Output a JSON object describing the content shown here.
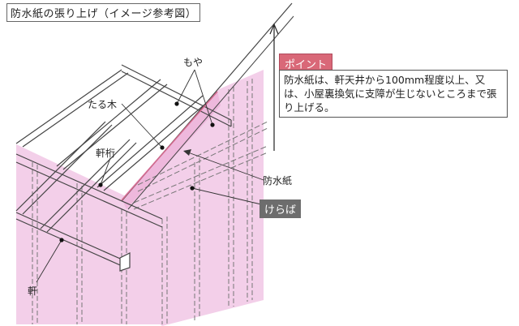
{
  "title": "防水紙の張り上げ（イメージ参考図）",
  "labels": {
    "moya": "もや",
    "taruki": "たる木",
    "nokigeta": "軒桁",
    "bousuishi": "防水紙",
    "keraba": "けらば",
    "noki": "軒"
  },
  "point": {
    "tag": "ポイント",
    "text": "防水紙は、軒天井から100mm程度以上、又は、小屋裏換気に支障が生じないところまで張り上げる。"
  },
  "colors": {
    "paper_fill": "#f3cfe9",
    "paper_edge": "#e7a9d3",
    "point_tag": "#d96878",
    "keraba_tag": "#6d6d6d",
    "line": "#555555"
  }
}
